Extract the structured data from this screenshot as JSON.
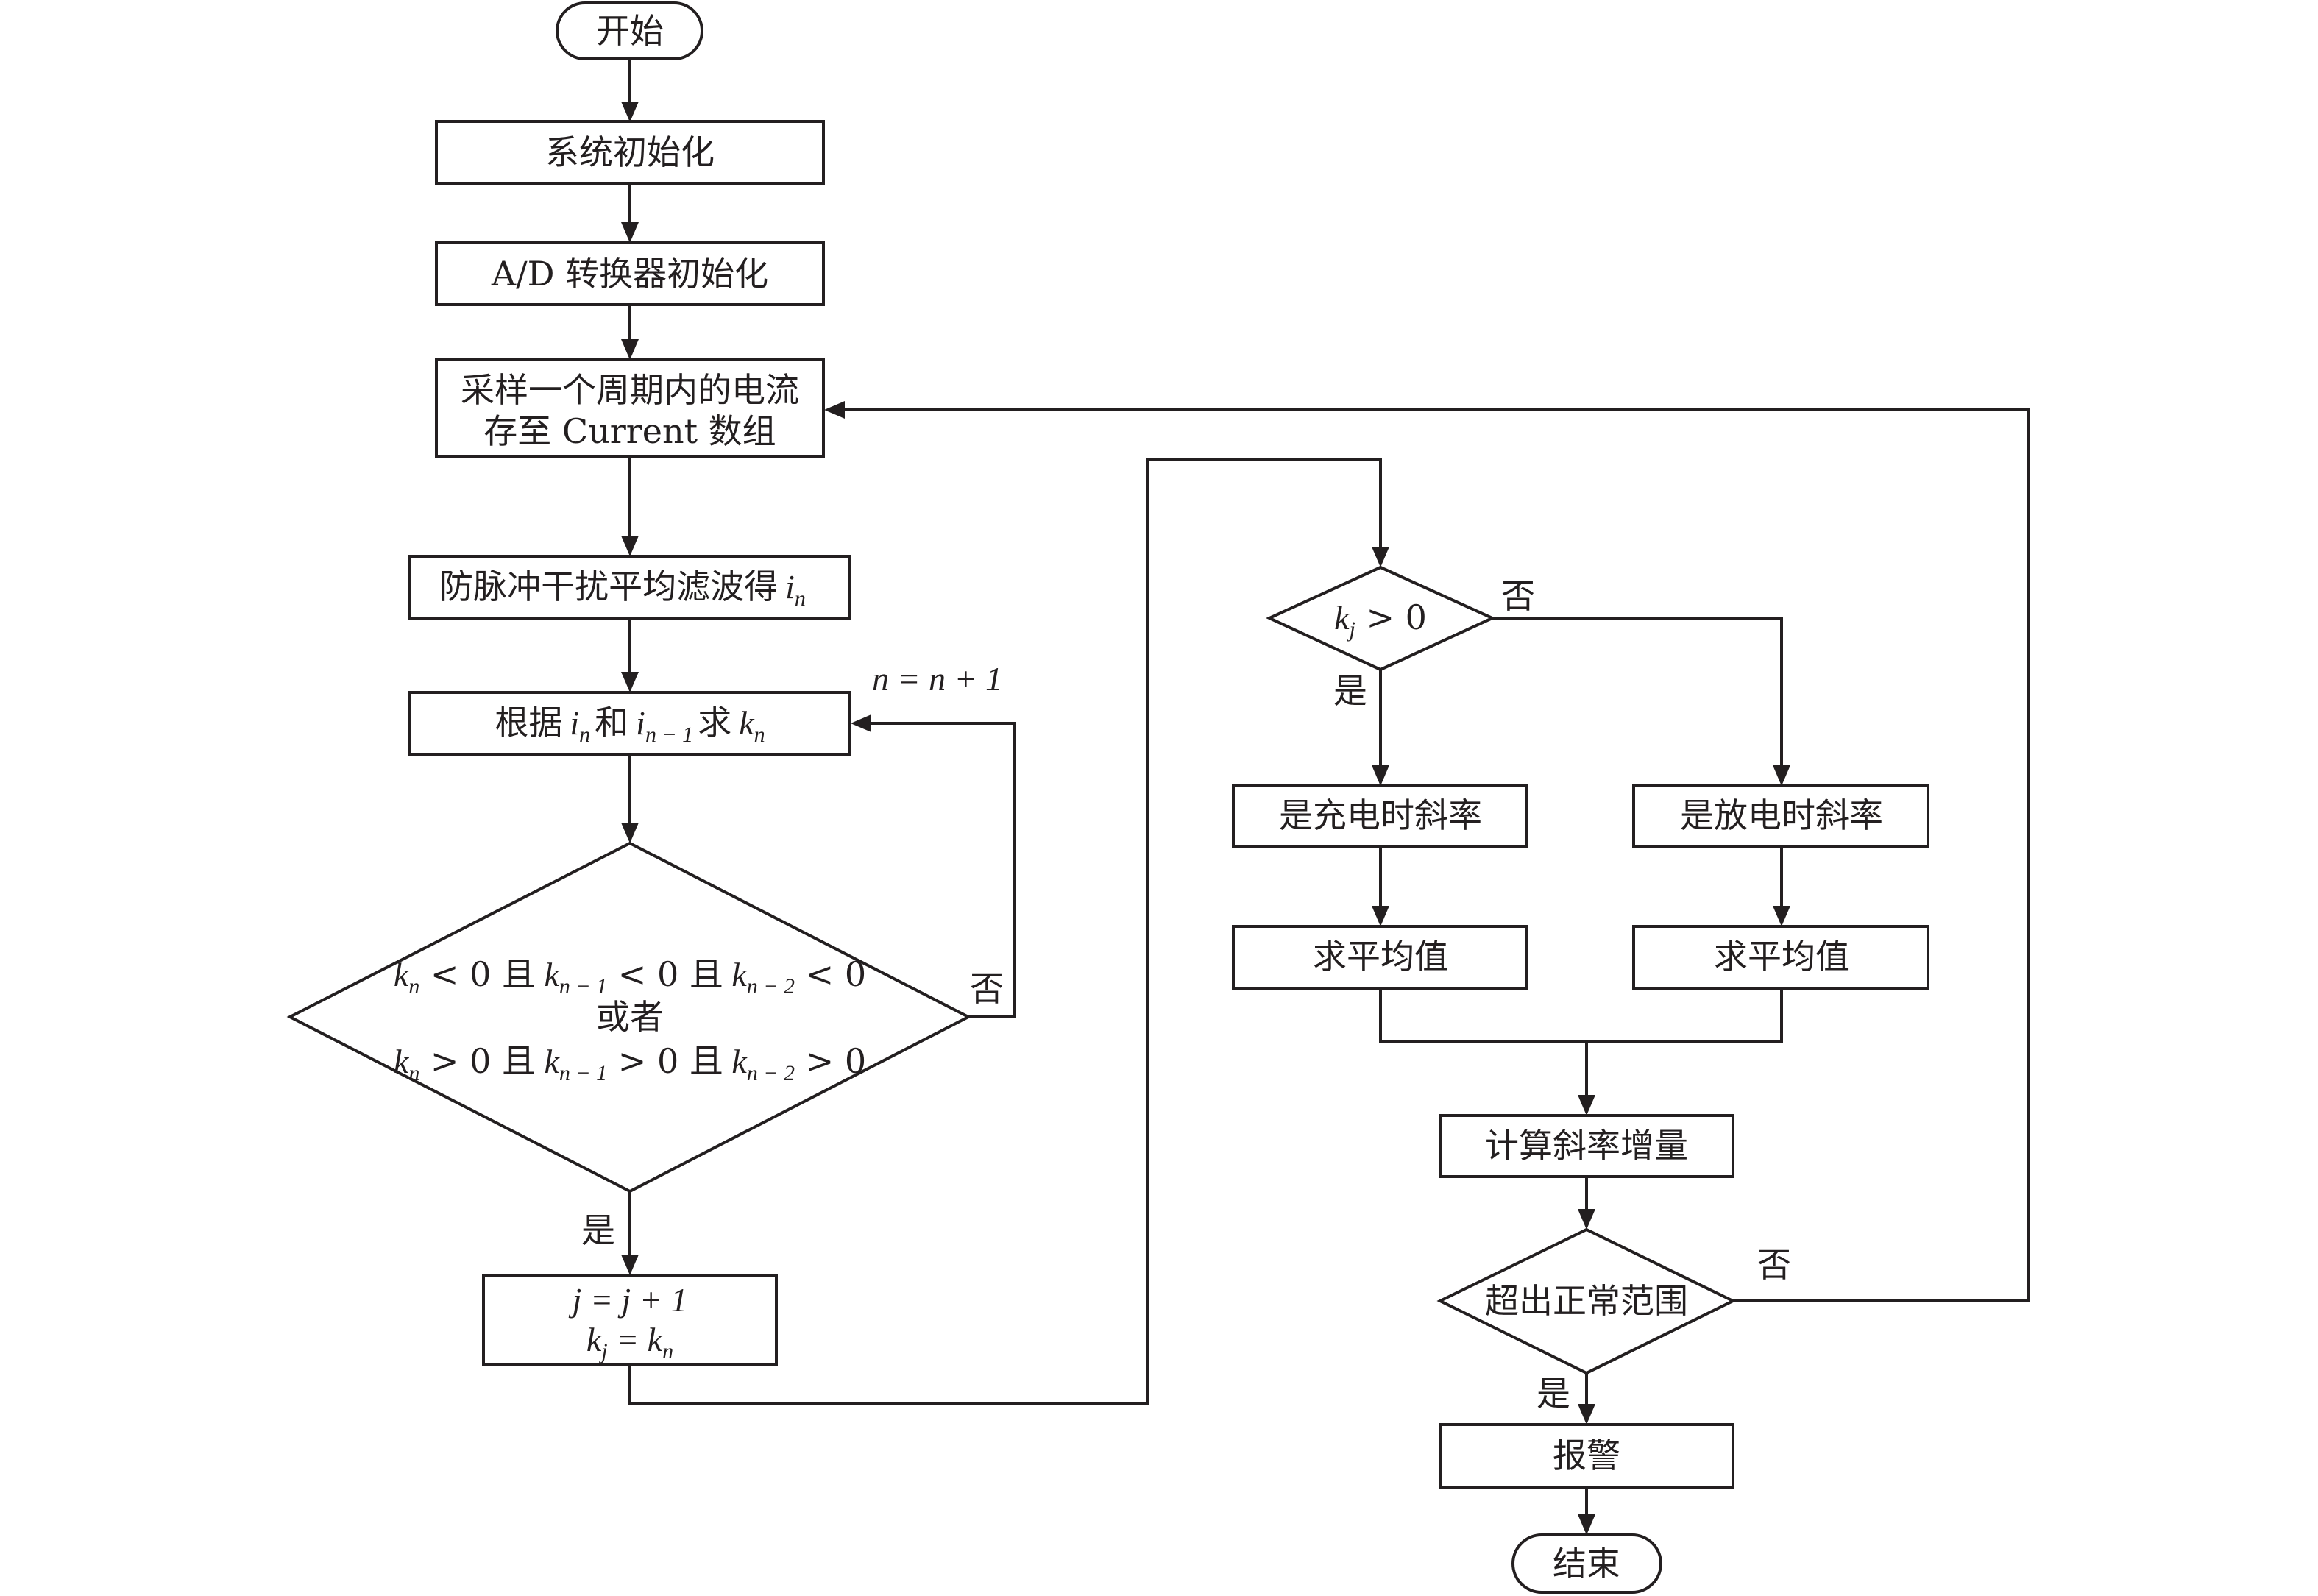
{
  "diagram": {
    "type": "flowchart",
    "nodes": {
      "start": "开始",
      "sys_init": "系统初始化",
      "ad_init": "A/D 转换器初始化",
      "sample_line1": "采样一个周期内的电流",
      "sample_line2": "存至 Current 数组",
      "filter": "防脉冲干扰平均滤波得",
      "filter_var": "i",
      "filter_var_sub": "n",
      "slope_prefix": "根据",
      "slope_var1": "i",
      "slope_var1_sub": "n",
      "slope_mid": "和",
      "slope_var2": "i",
      "slope_var2_sub": "n − 1",
      "slope_suffix": "求",
      "slope_var3": "k",
      "slope_var3_sub": "n",
      "cond_line1": "kn < 0 且 kn−1 < 0 且 kn−2 < 0",
      "cond_line2": "或者",
      "cond_line3": "kn > 0 且 kn−1 > 0 且 kn−2 > 0",
      "cond_and": "且",
      "increment_line1": "j = j + 1",
      "increment_line2": "kj = kn",
      "kj_cond": "kj > 0",
      "charge_slope": "是充电时斜率",
      "discharge_slope": "是放电时斜率",
      "avg_left": "求平均值",
      "avg_right": "求平均值",
      "calc_increment": "计算斜率增量",
      "range_check": "超出正常范围",
      "alarm": "报警",
      "end": "结束"
    },
    "edge_labels": {
      "loop_update": "n = n + 1",
      "cond_no": "否",
      "cond_yes": "是",
      "kj_no": "否",
      "kj_yes": "是",
      "range_no": "否",
      "range_yes": "是"
    },
    "edges": [
      [
        "start",
        "sys_init"
      ],
      [
        "sys_init",
        "ad_init"
      ],
      [
        "ad_init",
        "sample"
      ],
      [
        "sample",
        "filter"
      ],
      [
        "filter",
        "slope"
      ],
      [
        "slope",
        "cond"
      ],
      [
        "cond",
        "slope",
        "否"
      ],
      [
        "cond",
        "increment",
        "是"
      ],
      [
        "increment",
        "kj_cond"
      ],
      [
        "kj_cond",
        "charge_slope",
        "是"
      ],
      [
        "kj_cond",
        "discharge_slope",
        "否"
      ],
      [
        "charge_slope",
        "avg_left"
      ],
      [
        "discharge_slope",
        "avg_right"
      ],
      [
        "avg_left",
        "calc_increment"
      ],
      [
        "avg_right",
        "calc_increment"
      ],
      [
        "calc_increment",
        "range_check"
      ],
      [
        "range_check",
        "sample",
        "否"
      ],
      [
        "range_check",
        "alarm",
        "是"
      ],
      [
        "alarm",
        "end"
      ]
    ]
  }
}
